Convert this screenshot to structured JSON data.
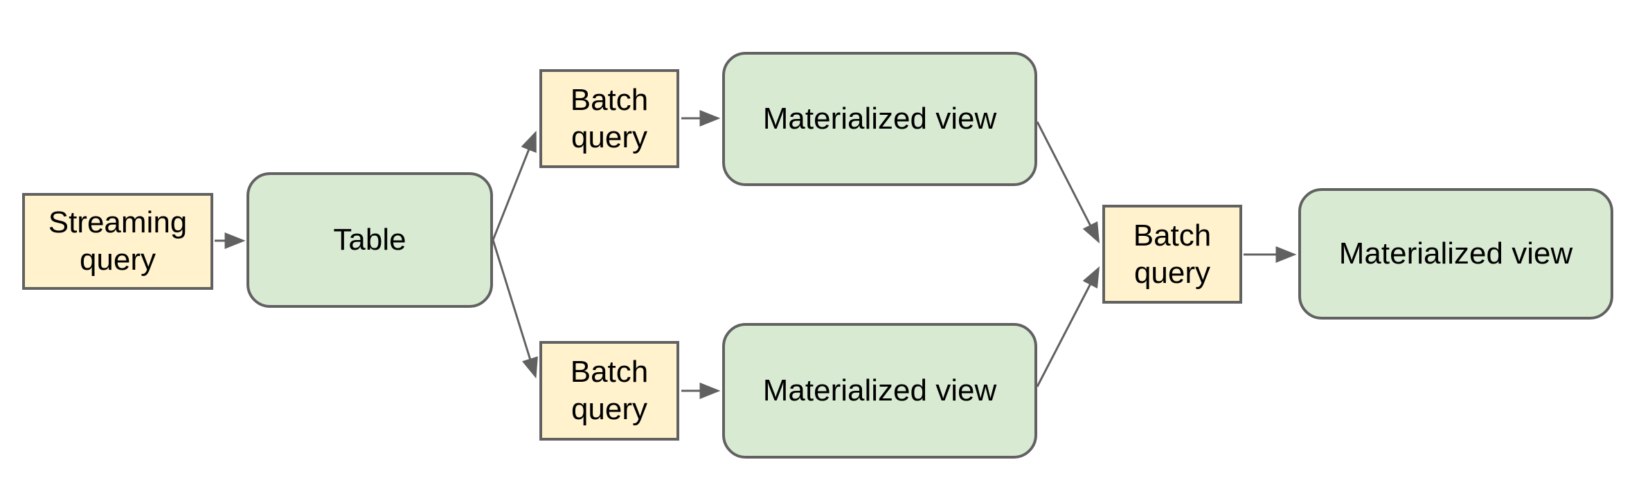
{
  "diagram": {
    "colors": {
      "background": "#ffffff",
      "query_node_fill": "#fff2cc",
      "view_node_fill": "#d9ead3",
      "node_border": "#616161",
      "arrow": "#616161",
      "label_text": "#000000"
    },
    "nodes": {
      "streaming_query": {
        "label": "Streaming query",
        "shape": "rectangle",
        "fill": "#fff2cc"
      },
      "table": {
        "label": "Table",
        "shape": "rounded-rectangle",
        "fill": "#d9ead3"
      },
      "batch_query_top": {
        "label": "Batch query",
        "shape": "rectangle",
        "fill": "#fff2cc"
      },
      "materialized_view_top": {
        "label": "Materialized view",
        "shape": "rounded-rectangle",
        "fill": "#d9ead3"
      },
      "batch_query_bottom": {
        "label": "Batch query",
        "shape": "rectangle",
        "fill": "#fff2cc"
      },
      "materialized_view_bottom": {
        "label": "Materialized view",
        "shape": "rounded-rectangle",
        "fill": "#d9ead3"
      },
      "batch_query_final": {
        "label": "Batch query",
        "shape": "rectangle",
        "fill": "#fff2cc"
      },
      "materialized_view_final": {
        "label": "Materialized view",
        "shape": "rounded-rectangle",
        "fill": "#d9ead3"
      }
    },
    "edges": [
      {
        "from": "streaming_query",
        "to": "table"
      },
      {
        "from": "table",
        "to": "batch_query_top"
      },
      {
        "from": "table",
        "to": "batch_query_bottom"
      },
      {
        "from": "batch_query_top",
        "to": "materialized_view_top"
      },
      {
        "from": "batch_query_bottom",
        "to": "materialized_view_bottom"
      },
      {
        "from": "materialized_view_top",
        "to": "batch_query_final"
      },
      {
        "from": "materialized_view_bottom",
        "to": "batch_query_final"
      },
      {
        "from": "batch_query_final",
        "to": "materialized_view_final"
      }
    ]
  }
}
